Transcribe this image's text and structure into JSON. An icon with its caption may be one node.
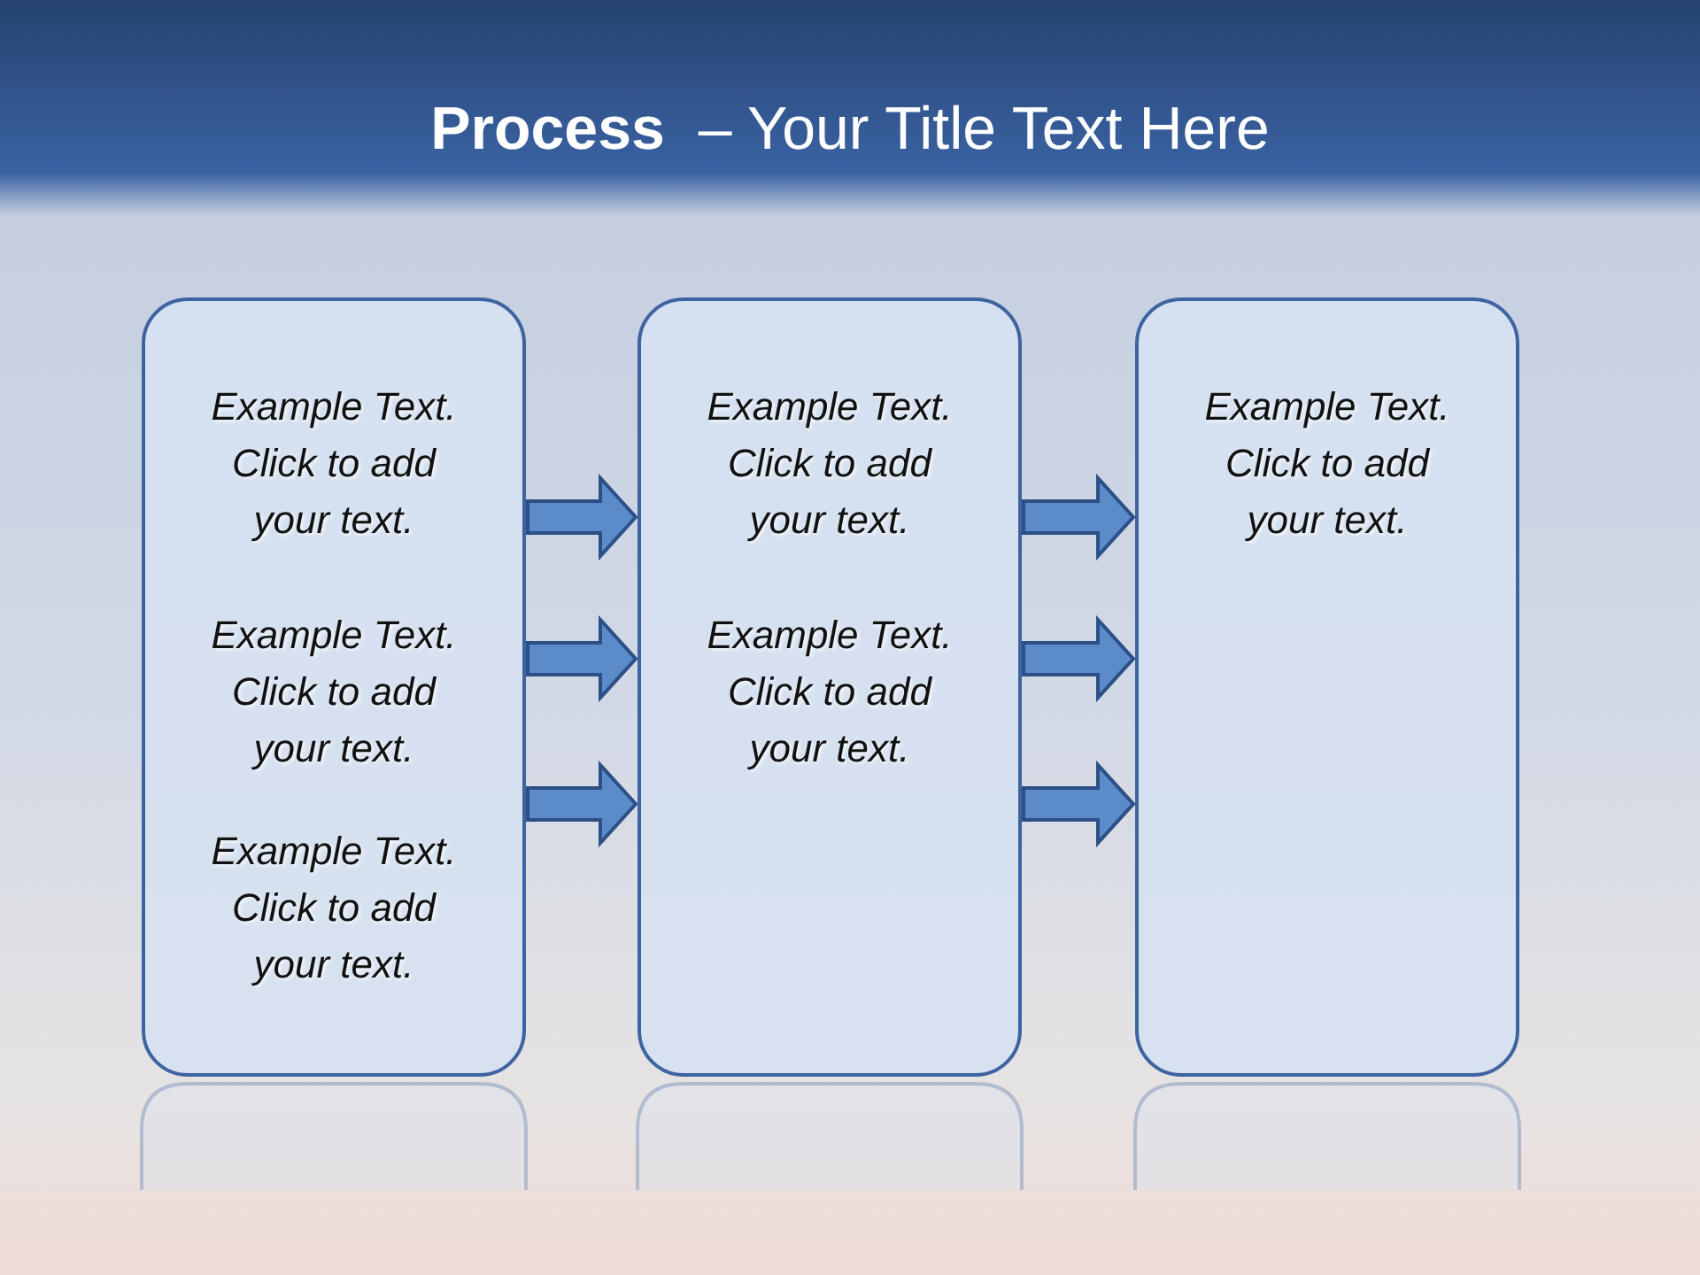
{
  "diagram": {
    "title": "**Process**  – Your Title Text Here",
    "nodes": [
      {
        "text": [
          "Example Text. Click to add your text.",
          "Example Text. Click to add your text.",
          "Example Text. Click to add your text."
        ]
      },
      {
        "text": [
          "Example Text. Click to add your text.",
          "Example Text. Click to add your text."
        ]
      },
      {
        "text": [
          "Example Text. Click to add your text."
        ]
      }
    ],
    "edges": [
      {
        "from": 0,
        "to": 1,
        "arrow": "to"
      },
      {
        "from": 0,
        "to": 1,
        "arrow": "to"
      },
      {
        "from": 0,
        "to": 1,
        "arrow": "to"
      },
      {
        "from": 1,
        "to": 2,
        "arrow": "to"
      },
      {
        "from": 1,
        "to": 2,
        "arrow": "to"
      },
      {
        "from": 1,
        "to": 2,
        "arrow": "to"
      }
    ]
  }
}
